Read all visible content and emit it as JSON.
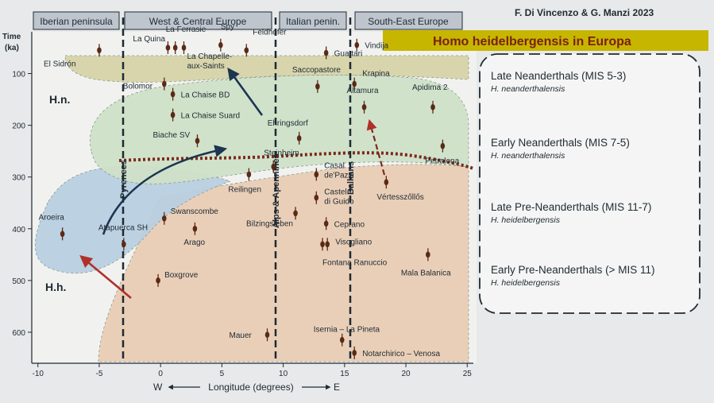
{
  "authors": "F. Di Vincenzo & G. Manzi 2023",
  "banner_title": "Homo heidelbergensis in Europa",
  "regions": [
    "Iberian peninsula",
    "West & Central Europe",
    "Italian penin.",
    "South-East Europe"
  ],
  "barriers": [
    "Pyrenees",
    "Alps & Apennines",
    "Balkans"
  ],
  "zone_labels": [
    "H.n.",
    "H.h."
  ],
  "colors": {
    "late_neanderthal": "#d6d3a9",
    "early_neanderthal": "#cfe0c8",
    "late_pre_neanderthal": "#b8cfe0",
    "early_pre_neanderthal": "#e9ccb4",
    "banner": "#c6b600",
    "banner_text": "#7a1f12",
    "site_marker": "#5a2a14",
    "boundary": "#7a2a1a",
    "arrow_dark": "#1c3550",
    "arrow_red": "#b0302a"
  },
  "legend": [
    {
      "stage": "Late Neanderthals (MIS 5-3)",
      "taxon": "H. neanderthalensis",
      "color": "#1f2a33"
    },
    {
      "stage": "Early Neanderthals (MIS 7-5)",
      "taxon": "H. neanderthalensis",
      "color": "#1f2a33"
    },
    {
      "stage": "Late Pre-Neanderthals (MIS 11-7)",
      "taxon": "H. heidelbergensis",
      "color": "#1f2a33"
    },
    {
      "stage": "Early Pre-Neanderthals (> MIS 11)",
      "taxon": "H. heidelbergensis",
      "color": "#7a2a1a"
    }
  ],
  "chart_data": {
    "type": "scatter",
    "title": "",
    "xlabel": "Longitude (degrees)",
    "xlabel_left": "W",
    "xlabel_right": "E",
    "ylabel": "Time",
    "ylabel_unit": "(ka)",
    "xlim": [
      -10.5,
      25.5
    ],
    "ylim": [
      0,
      660
    ],
    "xticks": [
      -10,
      -5,
      0,
      5,
      10,
      15,
      20,
      25
    ],
    "yticks": [
      100,
      200,
      300,
      400,
      500,
      600
    ],
    "grid": false,
    "sites": [
      {
        "name": "La Quina",
        "x": 0.6,
        "y": 50
      },
      {
        "name": "La Ferrasie",
        "x": 1.2,
        "y": 50
      },
      {
        "name": "Spy",
        "x": 4.9,
        "y": 45
      },
      {
        "name": "Feldhofer",
        "x": 7.0,
        "y": 55
      },
      {
        "name": "El Sidrón",
        "x": -5.0,
        "y": 55
      },
      {
        "name": "Bolomor",
        "x": 0.3,
        "y": 120
      },
      {
        "name": "La Chapelle-aux-Saints",
        "x": 1.9,
        "y": 50
      },
      {
        "name": "La Chaise BD",
        "x": 1.0,
        "y": 140
      },
      {
        "name": "La Chaise Suard",
        "x": 1.0,
        "y": 180
      },
      {
        "name": "Biache SV",
        "x": 3.0,
        "y": 230
      },
      {
        "name": "Ehringsdorf",
        "x": 11.3,
        "y": 225
      },
      {
        "name": "Steinheim",
        "x": 9.2,
        "y": 280
      },
      {
        "name": "Reilingen",
        "x": 7.2,
        "y": 295
      },
      {
        "name": "Swanscombe",
        "x": 0.3,
        "y": 380
      },
      {
        "name": "Atapuerca SH",
        "x": -3.0,
        "y": 430
      },
      {
        "name": "Aroeira",
        "x": -8.0,
        "y": 410
      },
      {
        "name": "Arago",
        "x": 2.8,
        "y": 400
      },
      {
        "name": "Bilzingsleben",
        "x": 11.0,
        "y": 370
      },
      {
        "name": "Boxgrove",
        "x": -0.2,
        "y": 500
      },
      {
        "name": "Mauer",
        "x": 8.7,
        "y": 605
      },
      {
        "name": "Guattari",
        "x": 13.5,
        "y": 60
      },
      {
        "name": "Saccopastore",
        "x": 12.8,
        "y": 125
      },
      {
        "name": "Altamura",
        "x": 16.6,
        "y": 165
      },
      {
        "name": "Casal de'Pazzi",
        "x": 12.7,
        "y": 295
      },
      {
        "name": "Castel di Guido",
        "x": 12.7,
        "y": 340
      },
      {
        "name": "Ceprano",
        "x": 13.5,
        "y": 390
      },
      {
        "name": "Visogliano",
        "x": 13.6,
        "y": 430
      },
      {
        "name": "Fontana Ranuccio",
        "x": 13.2,
        "y": 430
      },
      {
        "name": "Isernia – La Pineta",
        "x": 14.8,
        "y": 615
      },
      {
        "name": "Notarchirico – Venosa",
        "x": 15.8,
        "y": 640
      },
      {
        "name": "Vindija",
        "x": 16.0,
        "y": 45
      },
      {
        "name": "Krapina",
        "x": 15.8,
        "y": 120
      },
      {
        "name": "Apidima 2",
        "x": 22.2,
        "y": 165
      },
      {
        "name": "Petralona",
        "x": 23.0,
        "y": 240
      },
      {
        "name": "Vértesszőllős",
        "x": 18.4,
        "y": 310
      },
      {
        "name": "Mala Balanica",
        "x": 21.8,
        "y": 450
      }
    ]
  }
}
